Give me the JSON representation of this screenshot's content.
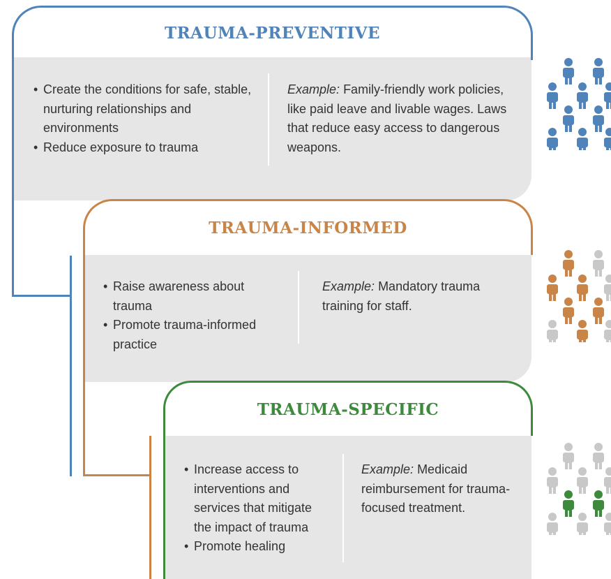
{
  "tiers": [
    {
      "id": "preventive",
      "title": "TRAUMA-PREVENTIVE",
      "color": "#4f83b9",
      "bullets": [
        "Create the conditions for safe, stable, nurturing relationships and environments",
        "Reduce exposure to trauma"
      ],
      "example_label": "Example:",
      "example_text": "Family-friendly work policies, like paid leave and livable wages. Laws that reduce easy access to dangerous weapons.",
      "people_colored": 10
    },
    {
      "id": "informed",
      "title": "TRAUMA-INFORMED",
      "color": "#c98448",
      "bullets": [
        "Raise awareness about trauma",
        "Promote trauma-informed practice"
      ],
      "example_label": "Example:",
      "example_text": "Mandatory trauma training for staff.",
      "people_colored": 6
    },
    {
      "id": "specific",
      "title": "TRAUMA-SPECIFIC",
      "color": "#3d8a3d",
      "bullets": [
        "Increase access to interventions and services that mitigate the impact of trauma",
        "Promote healing"
      ],
      "example_label": "Example:",
      "example_text": "Medicaid reimbursement for trauma-focused treatment.",
      "people_colored": 2
    }
  ],
  "people_inactive_color": "#c8c8c8"
}
